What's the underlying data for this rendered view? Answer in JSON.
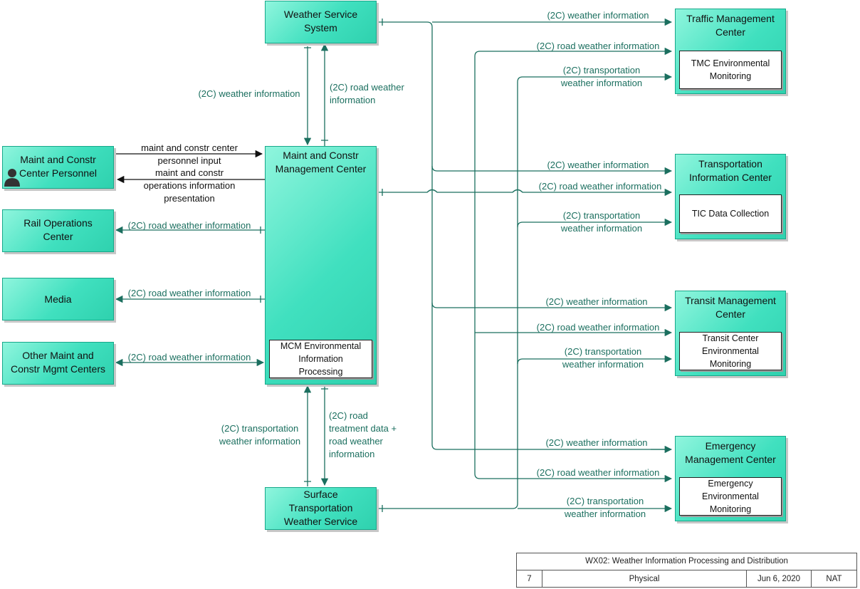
{
  "nodes": {
    "wss": "Weather Service\nSystem",
    "mcm": "Maint and Constr\nManagement Center",
    "mcm_sub": "MCM Environmental\nInformation\nProcessing",
    "stws": "Surface\nTransportation\nWeather Service",
    "personnel": "Maint and Constr\nCenter Personnel",
    "rail": "Rail Operations\nCenter",
    "media": "Media",
    "other_mcm": "Other Maint and\nConstr Mgmt Centers",
    "tmc": "Traffic Management\nCenter",
    "tmc_sub": "TMC Environmental\nMonitoring",
    "tic": "Transportation\nInformation Center",
    "tic_sub": "TIC Data Collection",
    "transit": "Transit Management\nCenter",
    "transit_sub": "Transit Center\nEnvironmental\nMonitoring",
    "emc": "Emergency\nManagement Center",
    "emc_sub": "Emergency\nEnvironmental\nMonitoring"
  },
  "flows": {
    "wss_to_mcm": "(2C) weather information",
    "mcm_to_wss": "(2C) road weather\ninformation",
    "personnel_input": "maint and constr center\npersonnel input",
    "ops_presentation": "maint and constr\noperations information\npresentation",
    "rail_rwi": "(2C) road weather information",
    "media_rwi": "(2C) road weather information",
    "other_rwi": "(2C) road weather information",
    "stws_to_mcm": "(2C) transportation\nweather information",
    "mcm_to_stws": "(2C) road\ntreatment data +\nroad weather\ninformation",
    "tmc_wi": "(2C) weather information",
    "tmc_rwi": "(2C) road weather information",
    "tmc_twi": "(2C) transportation\nweather  information",
    "tic_wi": "(2C) weather information",
    "tic_rwi": "(2C) road weather information",
    "tic_twi": "(2C) transportation\nweather  information",
    "transit_wi": "(2C) weather information",
    "transit_rwi": "(2C) road weather information",
    "transit_twi": "(2C) transportation\nweather  information",
    "emc_wi": "(2C) weather information",
    "emc_rwi": "(2C) road weather information",
    "emc_twi": "(2C) transportation\nweather  information"
  },
  "title_block": {
    "title": "WX02: Weather Information Processing and Distribution",
    "number": "7",
    "view": "Physical",
    "date": "Jun 6, 2020",
    "author": "NAT"
  },
  "colors": {
    "flow": "#1b6f5f",
    "box_fill": "#40e0bf",
    "box_border": "#17a88a"
  }
}
